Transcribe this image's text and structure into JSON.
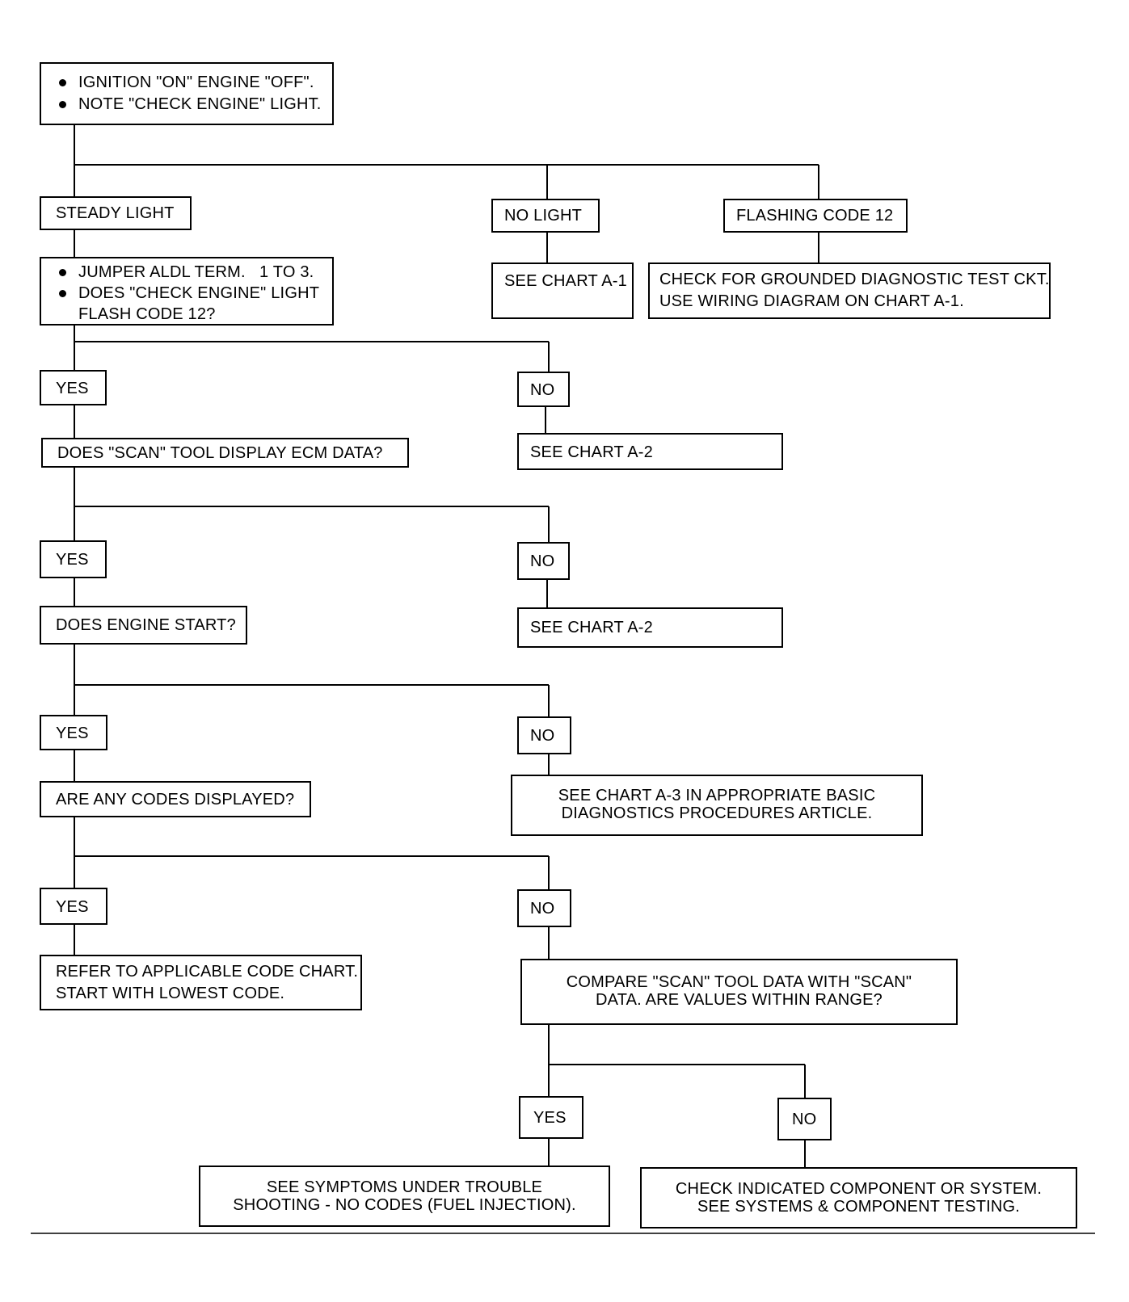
{
  "start": {
    "bullets": [
      "IGNITION \"ON\" ENGINE \"OFF\".",
      "NOTE \"CHECK ENGINE\" LIGHT."
    ]
  },
  "steady": {
    "label": "STEADY LIGHT"
  },
  "nolight": {
    "label": "NO LIGHT"
  },
  "flashing": {
    "label": "FLASHING CODE 12"
  },
  "jumper": {
    "bullet1": "JUMPER ALDL TERM.   1 TO 3.",
    "bullet2": "DOES \"CHECK ENGINE\" LIGHT",
    "bullet2_cont": "FLASH CODE 12?"
  },
  "see_a1": {
    "label": "SEE CHART A-1"
  },
  "check_grounded": {
    "lines": [
      "CHECK FOR GROUNDED DIAGNOSTIC TEST CKT.",
      "USE WIRING DIAGRAM ON CHART A-1."
    ]
  },
  "branch1": {
    "yes": "YES",
    "no": "NO"
  },
  "scan_display": {
    "label": "DOES \"SCAN\" TOOL DISPLAY ECM DATA?"
  },
  "see_a2_first": {
    "label": "SEE CHART A-2"
  },
  "branch2": {
    "yes": "YES",
    "no": "NO"
  },
  "engine_start": {
    "label": "DOES ENGINE START?"
  },
  "see_a2_second": {
    "label": "SEE CHART A-2"
  },
  "branch3": {
    "yes": "YES",
    "no": "NO"
  },
  "codes_displayed": {
    "label": "ARE ANY CODES DISPLAYED?"
  },
  "see_a3": {
    "lines": [
      "SEE CHART A-3 IN APPROPRIATE BASIC",
      "DIAGNOSTICS PROCEDURES ARTICLE."
    ]
  },
  "branch4": {
    "yes": "YES",
    "no": "NO"
  },
  "refer_code": {
    "lines": [
      "REFER TO APPLICABLE CODE CHART.",
      "START WITH LOWEST CODE."
    ]
  },
  "compare_scan": {
    "lines": [
      "COMPARE \"SCAN\" TOOL DATA WITH \"SCAN\"",
      "DATA. ARE VALUES WITHIN RANGE?"
    ]
  },
  "branch5": {
    "yes": "YES",
    "no": "NO"
  },
  "symptoms": {
    "lines": [
      "SEE SYMPTOMS UNDER TROUBLE",
      "SHOOTING - NO CODES (FUEL INJECTION)."
    ]
  },
  "check_component": {
    "lines": [
      "CHECK INDICATED COMPONENT OR SYSTEM.",
      "SEE SYSTEMS & COMPONENT TESTING."
    ]
  }
}
